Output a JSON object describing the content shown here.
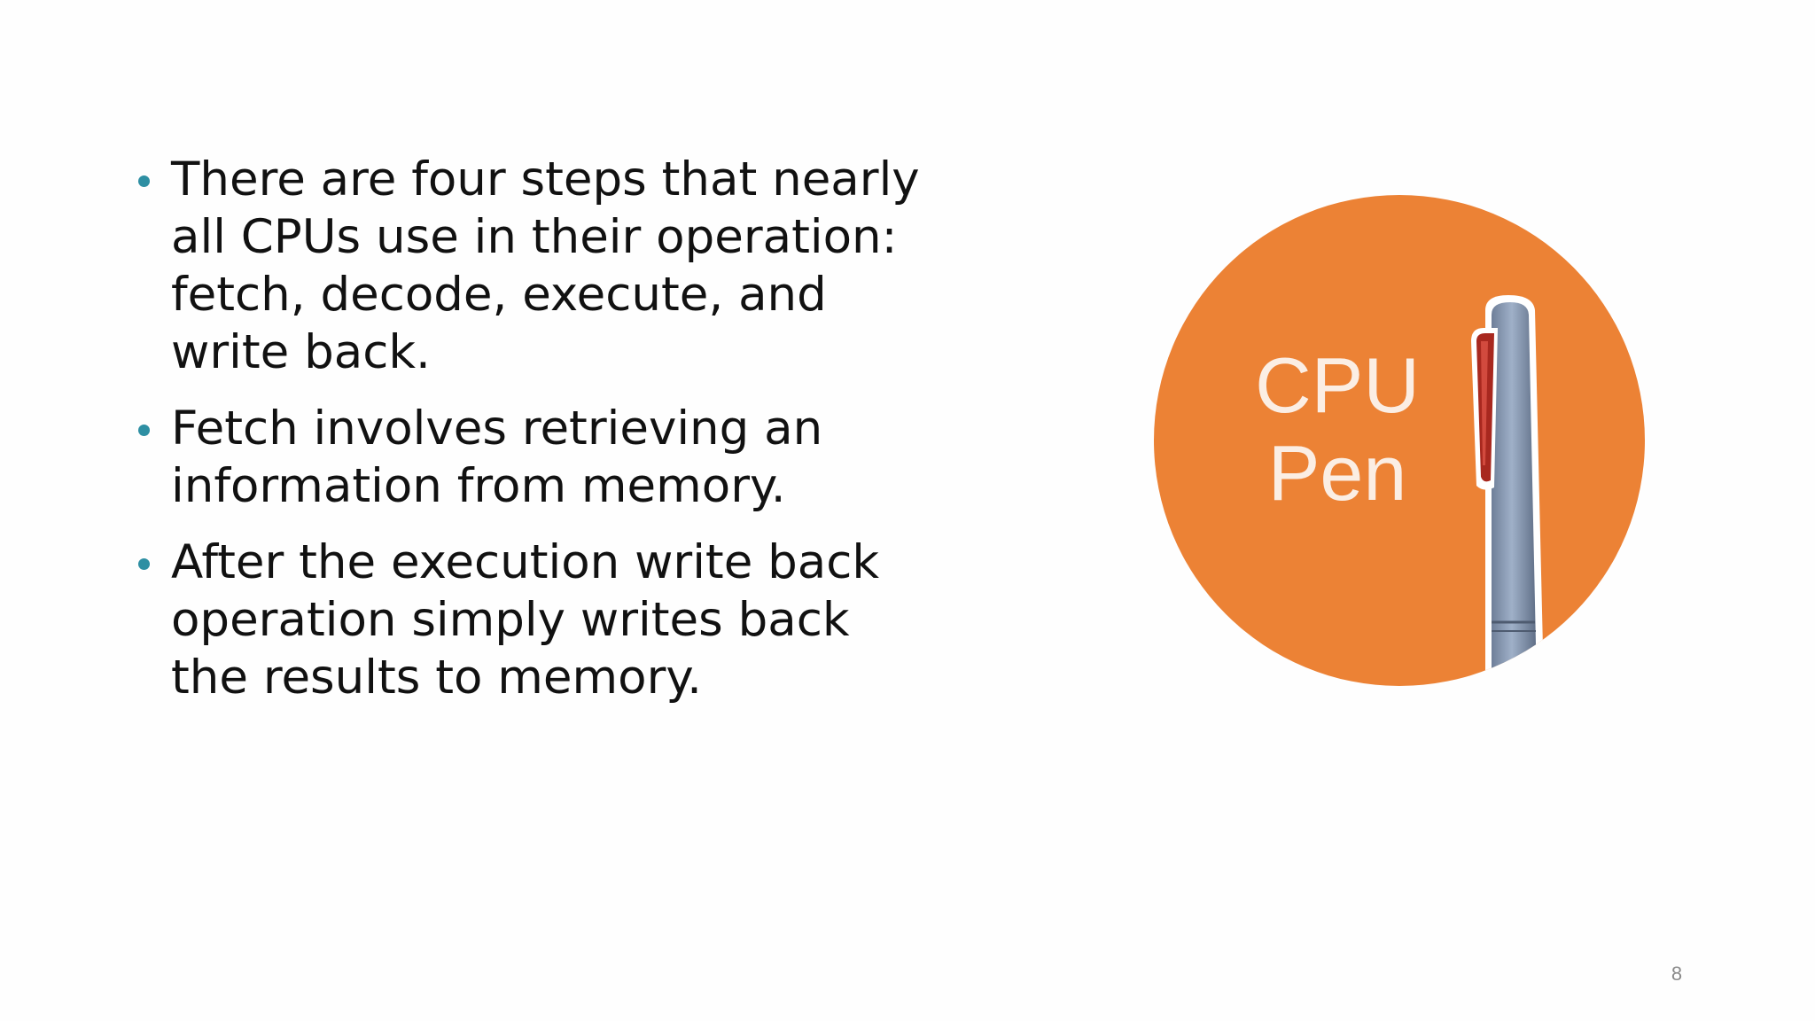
{
  "slide": {
    "bullets": [
      {
        "text": "There are four steps that nearly all CPUs use in their operation: fetch, decode, execute, and write back."
      },
      {
        "text": "Fetch involves retrieving an information from memory."
      },
      {
        "text": "After the execution write back operation simply writes back the results to memory."
      }
    ],
    "bullet_color": "#2e8fa3",
    "logo": {
      "line1": "CPU",
      "line2": "Pen",
      "circle_color": "#ec8235",
      "icon": "pen-icon"
    },
    "page_number": "8"
  }
}
